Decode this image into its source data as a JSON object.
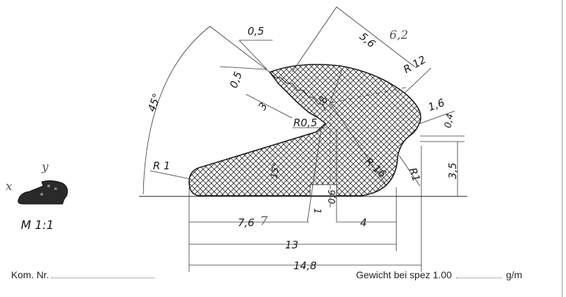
{
  "drawing": {
    "dimensions": {
      "angle_45": "45°",
      "d_05_top": "0,5",
      "d_05_left": "0,5",
      "d_3": "3",
      "d_56": "5,6",
      "d_62_hand": "6,2",
      "r_12": "R 12",
      "d_8": "8",
      "d_16": "1,6",
      "d_04": "0,4",
      "r_05": "R0,5",
      "r_1_left": "R 1",
      "angle_15": "15°",
      "r_16": "R 16",
      "r_1_right": "R1",
      "d_35": "3,5",
      "d_06": "0,6",
      "d_1": "1",
      "d_4": "4",
      "d_76": "7,6",
      "d_7_hand": "7",
      "d_13": "13",
      "d_148": "14,8"
    },
    "axis_labels": {
      "x": "x",
      "y": "y"
    },
    "scale": "M 1:1"
  },
  "footer": {
    "kom_label": "Kom. Nr.",
    "gewicht_label": "Gewicht bei spez 1.00",
    "unit": "g/m"
  }
}
